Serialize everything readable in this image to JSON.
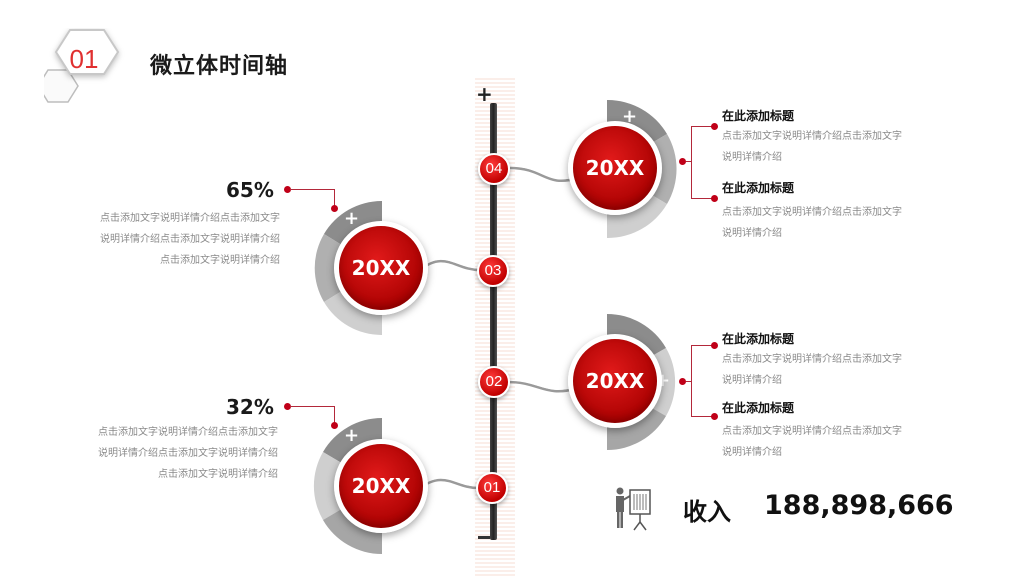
{
  "header": {
    "section_number": "01",
    "title": "微立体时间轴"
  },
  "axis": {
    "top_symbol": "+",
    "bottom_symbol": "−",
    "nodes": [
      {
        "label": "04"
      },
      {
        "label": "03"
      },
      {
        "label": "02"
      },
      {
        "label": "01"
      }
    ]
  },
  "milestones": [
    {
      "id": "04",
      "year": "20XX",
      "side": "right",
      "items": [
        {
          "title": "在此添加标题",
          "desc_line1": "点击添加文字说明详情介绍点击添加文字",
          "desc_line2": "说明详情介绍"
        },
        {
          "title": "在此添加标题",
          "desc_line1": "点击添加文字说明详情介绍点击添加文字",
          "desc_line2": "说明详情介绍"
        }
      ]
    },
    {
      "id": "03",
      "year": "20XX",
      "side": "left",
      "percent": "65%",
      "desc_lines": [
        "点击添加文字说明详情介绍点击添加文字",
        "说明详情介绍点击添加文字说明详情介绍",
        "点击添加文字说明详情介绍"
      ]
    },
    {
      "id": "02",
      "year": "20XX",
      "side": "right",
      "items": [
        {
          "title": "在此添加标题",
          "desc_line1": "点击添加文字说明详情介绍点击添加文字",
          "desc_line2": "说明详情介绍"
        },
        {
          "title": "在此添加标题",
          "desc_line1": "点击添加文字说明详情介绍点击添加文字",
          "desc_line2": "说明详情介绍"
        }
      ]
    },
    {
      "id": "01",
      "year": "20XX",
      "side": "left",
      "percent": "32%",
      "desc_lines": [
        "点击添加文字说明详情介绍点击添加文字",
        "说明详情介绍点击添加文字说明详情介绍",
        "点击添加文字说明详情介绍"
      ]
    }
  ],
  "ring_symbol": "+",
  "footer": {
    "icon": "presenter-board-icon",
    "label": "收入",
    "value": "188,898,666"
  },
  "colors": {
    "accent_red": "#d40f0f",
    "dark_red": "#a80000",
    "ring_dark": "#8c8c8c",
    "ring_mid": "#b0b0b0",
    "ring_light": "#cfcfcf",
    "desc_gray": "#8a8a8a"
  }
}
